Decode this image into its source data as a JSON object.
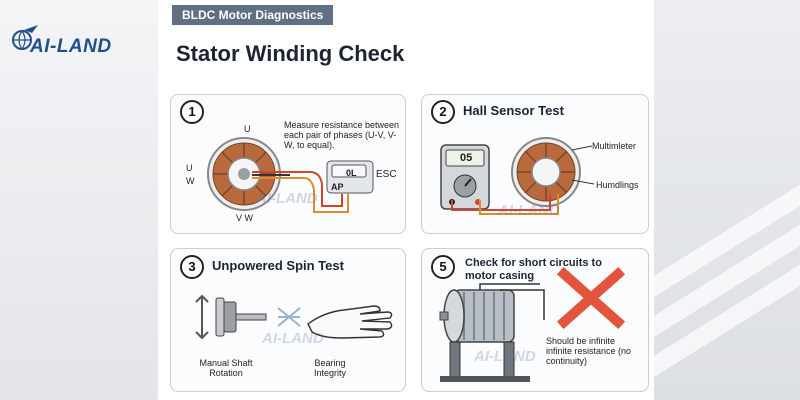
{
  "branding": {
    "logo_text": "AI-LAND",
    "watermark": "AI-LAND"
  },
  "header": {
    "tag": "BLDC Motor Diagnostics",
    "title": "Stator Winding Check"
  },
  "cards": [
    {
      "number": "1",
      "title": "",
      "description": "Measure resistance between each pair of phases (U-V, V-W, to equal).",
      "phase_top": "U",
      "phase_left_1": "U",
      "phase_left_2": "W",
      "phase_bottom": "V  W",
      "esc_label": "ESC",
      "meter_display": "0L",
      "ap_label": "AP"
    },
    {
      "number": "2",
      "title": "Hall Sensor Test",
      "meter_display": "05",
      "label_1": "Multimleter",
      "label_2": "Humdlings"
    },
    {
      "number": "3",
      "title": "Unpowered Spin Test",
      "label_1": "Manual Shaft Rotation",
      "label_2": "Bearing Integrity"
    },
    {
      "number": "5",
      "title": "Check for short circuits to motor casing",
      "note": "Should be infinite infinite resistance (no continuity)"
    }
  ],
  "colors": {
    "winding": "#b86a3c",
    "wire_red": "#d2452a",
    "wire_orange": "#e08a2a",
    "cross": "#e2553c",
    "logo": "#1f4e8c"
  }
}
